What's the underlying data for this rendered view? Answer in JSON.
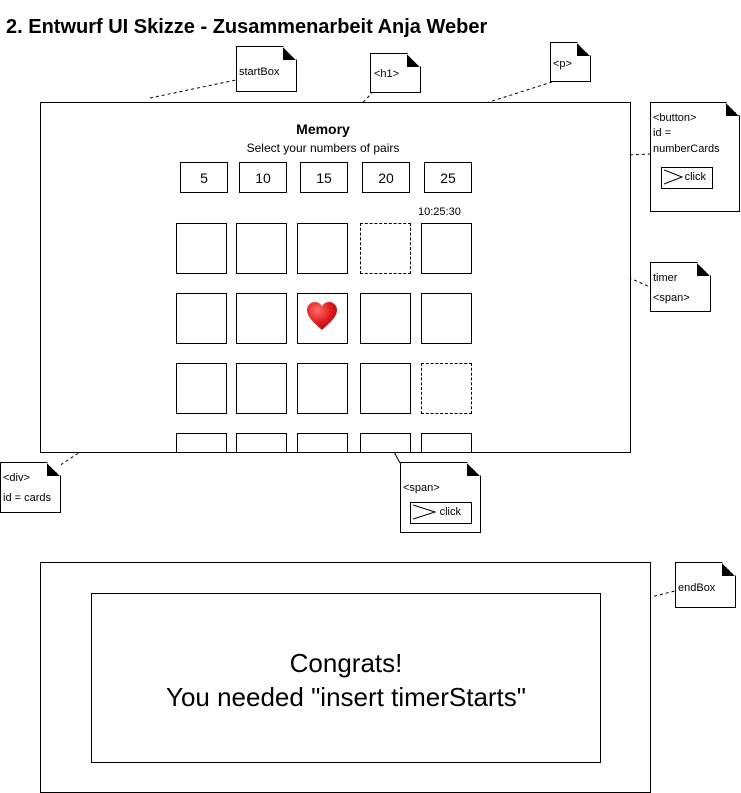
{
  "title": "2. Entwurf UI Skizze - Zusammenarbeit Anja Weber",
  "memory": {
    "heading": "Memory",
    "subtitle": "Select your numbers of pairs",
    "pair_options": [
      "5",
      "10",
      "15",
      "20",
      "25"
    ],
    "timer": "10:25:30",
    "heart_icon": "heart-icon"
  },
  "annotations": {
    "startBox": "startBox",
    "h1": "<h1>",
    "p": "<p>",
    "button_line1": "<button>",
    "button_line2": "id =",
    "button_line3": "numberCards",
    "button_click": "click",
    "timer_line1": "timer",
    "timer_line2": "<span>",
    "div_line1": "<div>",
    "div_line2": "id = cards",
    "span_line1": "<span>",
    "span_click": "click",
    "endBox": "endBox"
  },
  "end": {
    "line1": "Congrats!",
    "line2": "You needed \"insert timerStarts\""
  }
}
